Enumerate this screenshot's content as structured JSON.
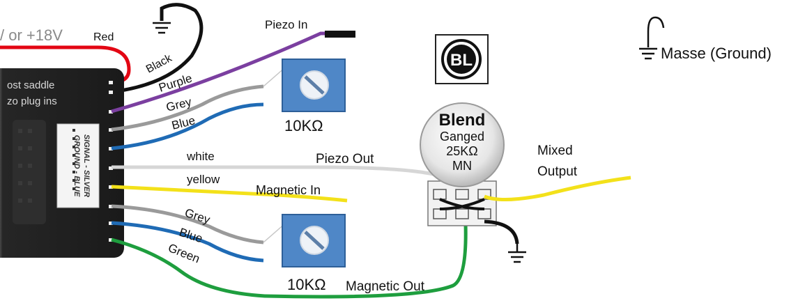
{
  "supply": {
    "voltage": "/ or +18V",
    "red": "Red"
  },
  "module": {
    "line1": "ost saddle",
    "line2": "zo plug ins",
    "sig1": "SIGNAL - SILVER",
    "sig2": "GROUND - BLUE"
  },
  "wires": {
    "black": "Black",
    "purple": "Purple",
    "grey_top": "Grey",
    "blue_top": "Blue",
    "white": "white",
    "yellow": "yellow",
    "grey_bottom": "Grey",
    "blue_bottom": "Blue",
    "green": "Green"
  },
  "labels": {
    "piezo_in": "Piezo In",
    "piezo_out": "Piezo Out",
    "magnetic_in": "Magnetic In",
    "magnetic_out": "Magnetic Out",
    "mixed_output_1": "Mixed",
    "mixed_output_2": "Output",
    "ground_legend": "Masse (Ground)"
  },
  "trimmers": {
    "top": "10KΩ",
    "bottom": "10KΩ"
  },
  "pot": {
    "title": "Blend",
    "line1": "Ganged",
    "line2": "25KΩ",
    "line3": "MN"
  },
  "logo": {
    "text": "BL"
  },
  "colors": {
    "red": "#e30613",
    "black": "#111111",
    "purple": "#7b3fa0",
    "grey": "#9a9a9a",
    "blue": "#1f6bb5",
    "white": "#e8e8e8",
    "yellow": "#f3e11a",
    "green": "#1e9e3e",
    "trimmer": "#4f87c7"
  }
}
